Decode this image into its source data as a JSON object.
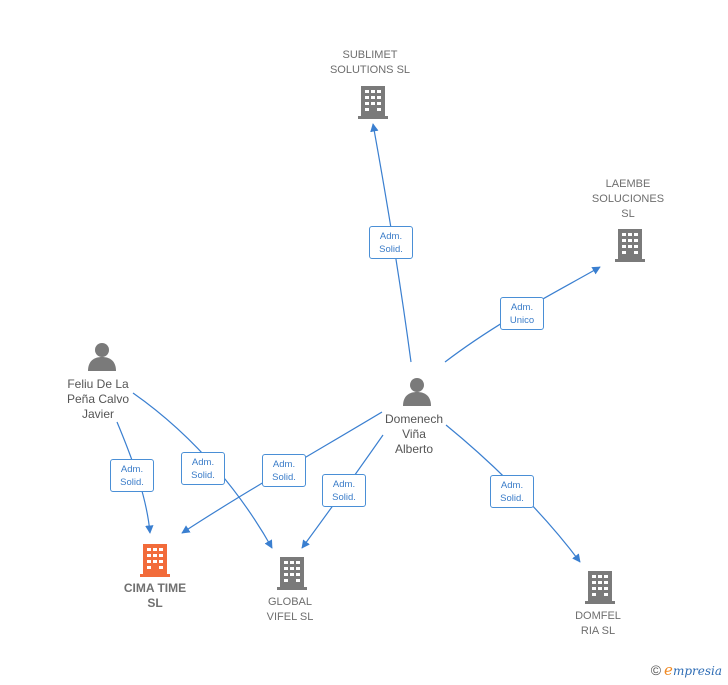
{
  "companies": {
    "sublimet": "SUBLIMET\nSOLUTIONS  SL",
    "laembe": "LAEMBE\nSOLUCIONES\nSL",
    "cima": "CIMA TIME\nSL",
    "global": "GLOBAL\nVIFEL  SL",
    "domfel": "DOMFEL\nRIA  SL"
  },
  "people": {
    "feliu": "Feliu De La\nPeña Calvo\nJavier",
    "domenech": "Domenech\nViña\nAlberto"
  },
  "edges": {
    "e1": [
      "Adm.",
      "Solid."
    ],
    "e2": [
      "Adm.",
      "Unico"
    ],
    "e3": [
      "Adm.",
      "Solid."
    ],
    "e4": [
      "Adm.",
      "Solid."
    ],
    "e5": [
      "Adm.",
      "Solid."
    ],
    "e6": [
      "Adm.",
      "Solid."
    ],
    "e7": [
      "Adm.",
      "Solid."
    ]
  },
  "colors": {
    "edge": "#3a7fd0",
    "focus_company": "#f26b3a",
    "company": "#7a7a7a",
    "person": "#7a7a7a"
  },
  "brand": {
    "symbol": "©",
    "first": "e",
    "rest": "mpresia"
  }
}
